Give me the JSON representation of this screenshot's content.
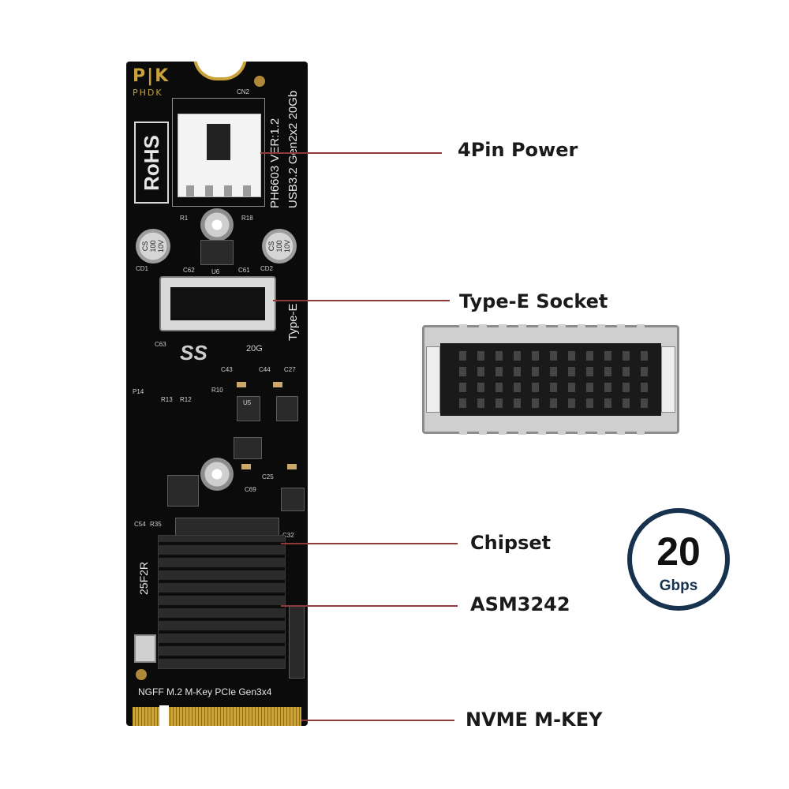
{
  "board": {
    "brand_mark": "P|K",
    "brand": "PHDK",
    "rohs": "RoHS",
    "model": "PH6603  VER:1.2",
    "usb_spec": "USB3.2 Gen2x2 20Gb",
    "type_e_label": "Type-E",
    "usb_logo": "SS",
    "usb_speed": "20G",
    "cap_marking": "CS\n100\n10V",
    "bottom_text": "NGFF M.2 M-Key PCIe Gen3x4",
    "silkscreen": [
      "CN2",
      "R1",
      "R18",
      "CD1",
      "CD2",
      "C62",
      "U6",
      "C61",
      "C63",
      "C43",
      "C44",
      "C27",
      "P14",
      "R13",
      "R12",
      "R10",
      "C25",
      "C69",
      "U5",
      "C32",
      "C54",
      "R35",
      "25F2R"
    ]
  },
  "callouts": {
    "power": "4Pin Power",
    "type_e": "Type-E Socket",
    "chipset": "Chipset",
    "asm": "ASM3242",
    "nvme": "NVME M-KEY"
  },
  "badge": {
    "value": "20",
    "unit": "Gbps",
    "ring_color": "#17324f"
  },
  "colors": {
    "pcb": "#0b0b0c",
    "gold": "#c9a23c",
    "leader": "#8e3a3a"
  }
}
